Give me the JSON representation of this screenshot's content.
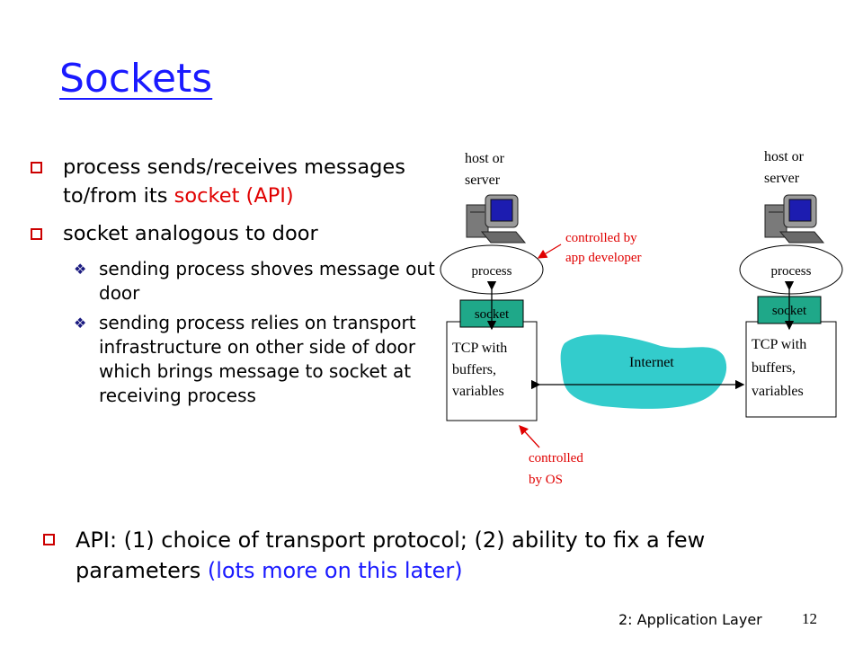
{
  "slide": {
    "title": "Sockets",
    "bullets": [
      {
        "text": "process sends/receives messages to/from its ",
        "highlight": "socket (API)"
      },
      {
        "text": "socket analogous to door"
      }
    ],
    "sub_bullets": [
      "sending process shoves message out door",
      "sending process relies on transport infrastructure on other side of door which brings message to socket at receiving process"
    ],
    "bottom": {
      "text": "API: (1) choice of transport protocol; (2) ability to fix a few parameters ",
      "highlight": "(lots more on  this later)"
    },
    "footer": "2: Application Layer",
    "page_number": "12"
  },
  "diagram": {
    "left_host_label": [
      "host or",
      "server"
    ],
    "right_host_label": [
      "host or",
      "server"
    ],
    "process_label": "process",
    "socket_label": "socket",
    "tcp_label": [
      "TCP with",
      "buffers,",
      "variables"
    ],
    "internet_label": "Internet",
    "app_note": [
      "controlled by",
      "app developer"
    ],
    "os_note": [
      "controlled",
      "by OS"
    ]
  },
  "colors": {
    "title": "#1a1aff",
    "highlight_red": "#e00000",
    "socket_fill": "#1fa889",
    "internet_fill": "#33cccc",
    "note_red": "#e00000"
  }
}
